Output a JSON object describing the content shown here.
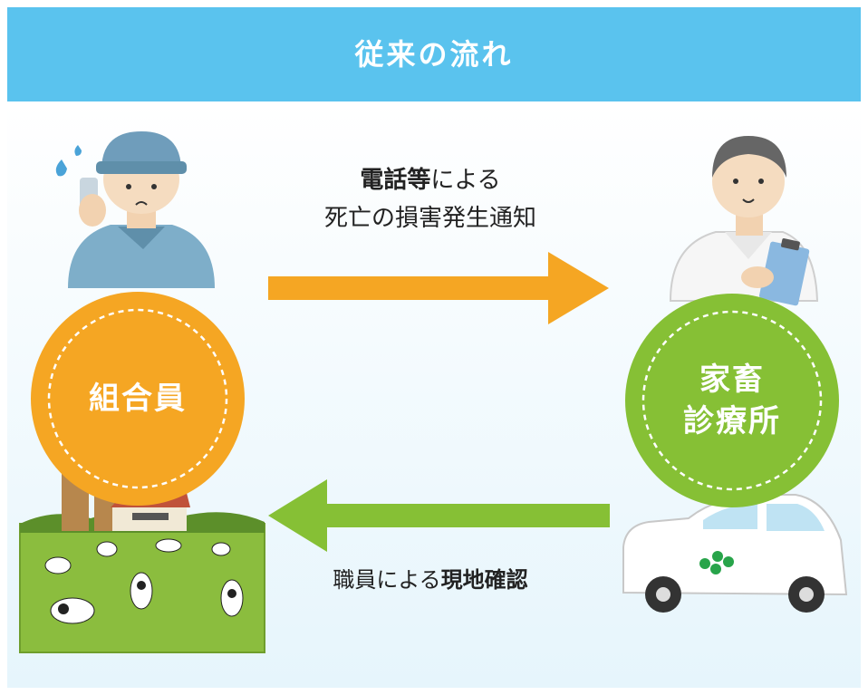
{
  "header": {
    "title": "従来の流れ"
  },
  "colors": {
    "header": "#5ac3ee",
    "orange": "#f5a623",
    "green": "#86c035"
  },
  "top_message": {
    "bold": "電話等",
    "rest": "による",
    "line2": "死亡の損害発生通知"
  },
  "bottom_message": {
    "plain": "職員による",
    "bold": "現地確認"
  },
  "left_node": {
    "label": "組合員"
  },
  "right_node": {
    "line1": "家畜",
    "line2": "診療所"
  },
  "icons": [
    "farmer-illustration",
    "veterinarian-illustration",
    "farm-illustration",
    "vehicle-illustration"
  ]
}
